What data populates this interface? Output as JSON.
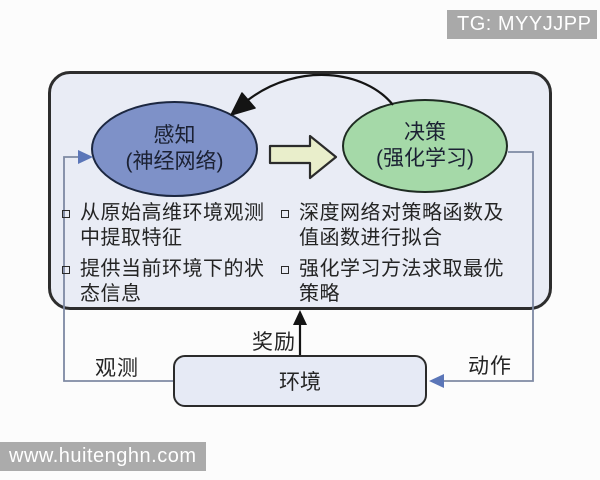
{
  "watermarks": {
    "tg_badge": "TG: MYYJJPP",
    "site": "www.huitenghn.com"
  },
  "diagram": {
    "perception_node": {
      "label": "感知\n(神经网络)"
    },
    "decision_node": {
      "label": "决策\n(强化学习)"
    },
    "perception_notes": [
      "从原始高维环境观测\n中提取特征",
      "提供当前环境下的状\n态信息"
    ],
    "decision_notes": [
      "深度网络对策略函数及\n值函数进行拟合",
      "强化学习方法求取最优\n策略"
    ],
    "environment": {
      "label": "环境"
    },
    "edges": {
      "observation": "观测",
      "reward": "奖励",
      "action": "动作"
    }
  },
  "colors": {
    "perception_fill": "#7e91c8",
    "decision_fill": "#a5d9a8",
    "container_fill": "#e9ecf5",
    "environment_fill": "#e6eaf5",
    "block_arrow_fill": "#e9eecb",
    "connector_line": "#7e89a3",
    "connector_arrowhead": "#5b76b8",
    "feedback_arrow": "#141414",
    "badge_background": "#a9a9a9",
    "badge_text": "#ffffff",
    "outline": "#2d2d2d"
  }
}
